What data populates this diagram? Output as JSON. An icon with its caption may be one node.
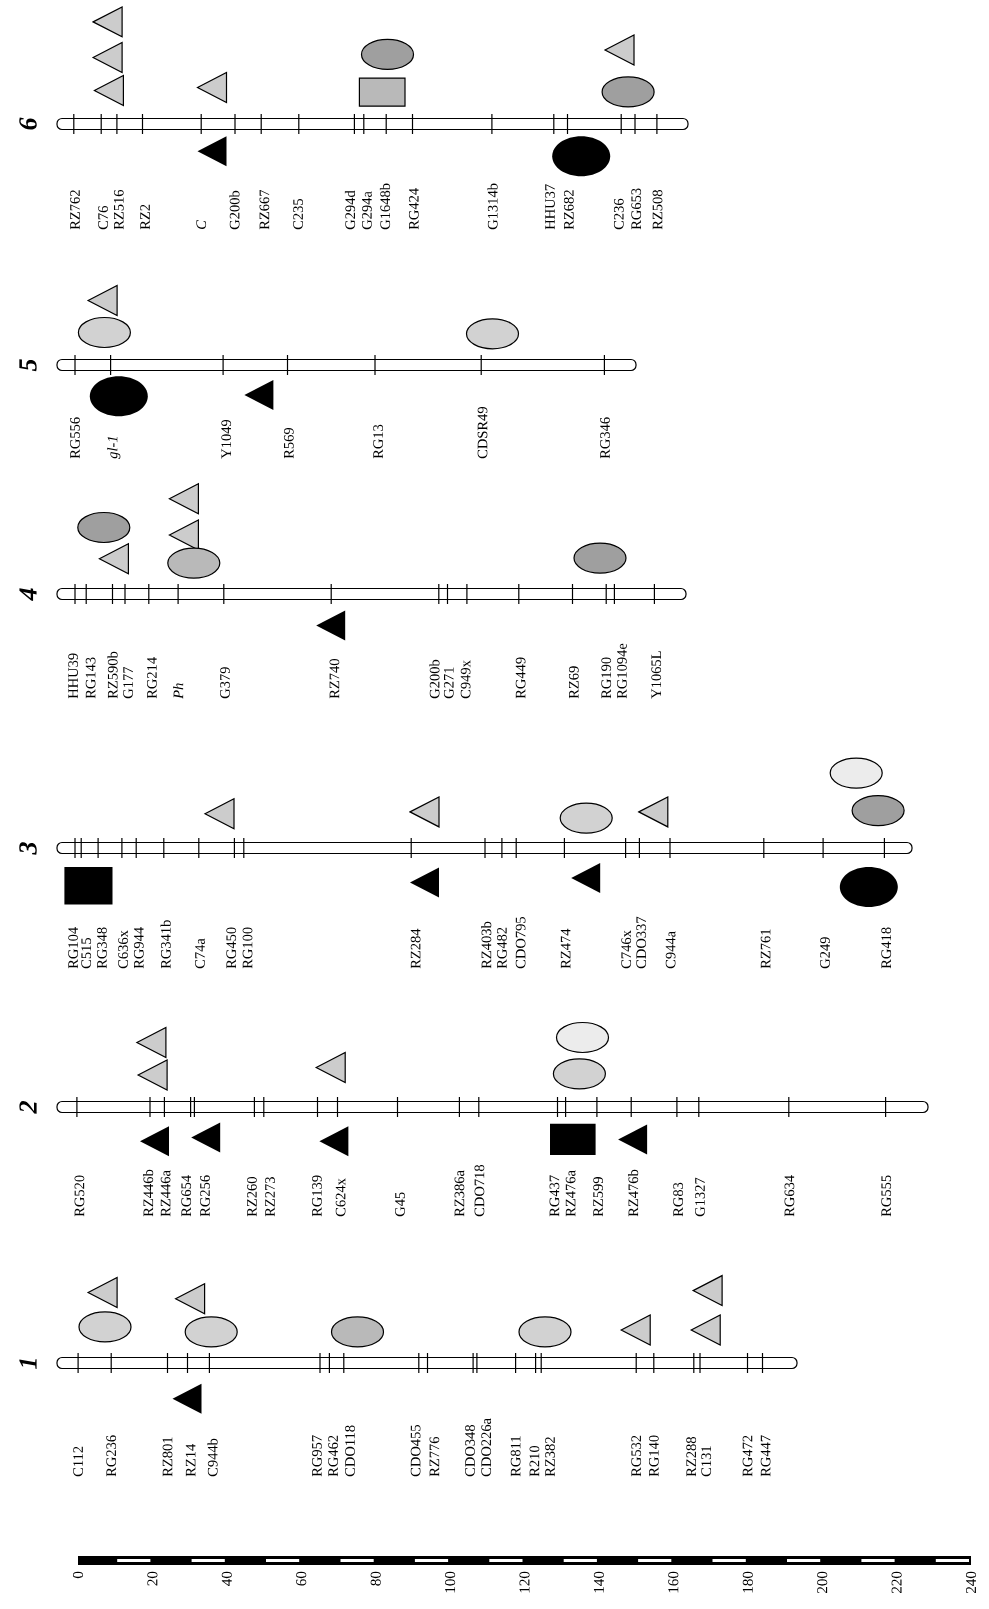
{
  "diagram": {
    "nodes": [
      {
        "text": [
          "1"
        ]
      },
      {
        "text": [
          "2"
        ]
      },
      {
        "text": [
          "3"
        ]
      },
      {
        "text": [
          "4"
        ]
      },
      {
        "text": [
          "5"
        ]
      },
      {
        "text": [
          "6"
        ]
      }
    ],
    "labels": [
      "C112",
      "RG236",
      "RZ801",
      "RZ14",
      "C944b",
      "RG957",
      "RG462",
      "CDO118",
      "CDO455",
      "RZ776",
      "CDO348",
      "CDO226a",
      "RG811",
      "R210",
      "RZ382",
      "RG532",
      "RG140",
      "RZ288",
      "C131",
      "RG472",
      "RG447",
      "RG520",
      "RZ446b",
      "RZ446a",
      "RG654",
      "RG256",
      "RZ260",
      "RZ273",
      "RG139",
      "C624x",
      "G45",
      "RZ386a",
      "CDO718",
      "RG437",
      "RZ476a",
      "RZ599",
      "RZ476b",
      "RG83",
      "G1327",
      "RG634",
      "RG555",
      "RG104",
      "C515",
      "RG348",
      "C636x",
      "RG944",
      "RG341b",
      "C74a",
      "RG450",
      "RG100",
      "RZ284",
      "RZ403b",
      "RG482",
      "CDO795",
      "RZ474",
      "C746x",
      "CDO337",
      "C944a",
      "RZ761",
      "G249",
      "RG418",
      "HHU39",
      "RG143",
      "RZ590b",
      "G177",
      "RG214",
      "Ph",
      "G379",
      "RZ740",
      "G200b",
      "G271",
      "C949x",
      "RG449",
      "RZ69",
      "RG190",
      "RG1094e",
      "Y1065L",
      "RG556",
      "gl-1",
      "Y1049",
      "R569",
      "RG13",
      "CDSR49",
      "RG346",
      "RZ762",
      "C76",
      "RZ516",
      "RZ2",
      "C",
      "G200b",
      "RZ667",
      "C235",
      "G294d",
      "G294a",
      "G1648b",
      "RG424",
      "G1314b",
      "HHU37",
      "RZ682",
      "C236",
      "RG653",
      "RZ508",
      "0",
      "20",
      "40",
      "60",
      "80",
      "100",
      "120",
      "140",
      "160",
      "180",
      "200",
      "220",
      "240"
    ]
  }
}
